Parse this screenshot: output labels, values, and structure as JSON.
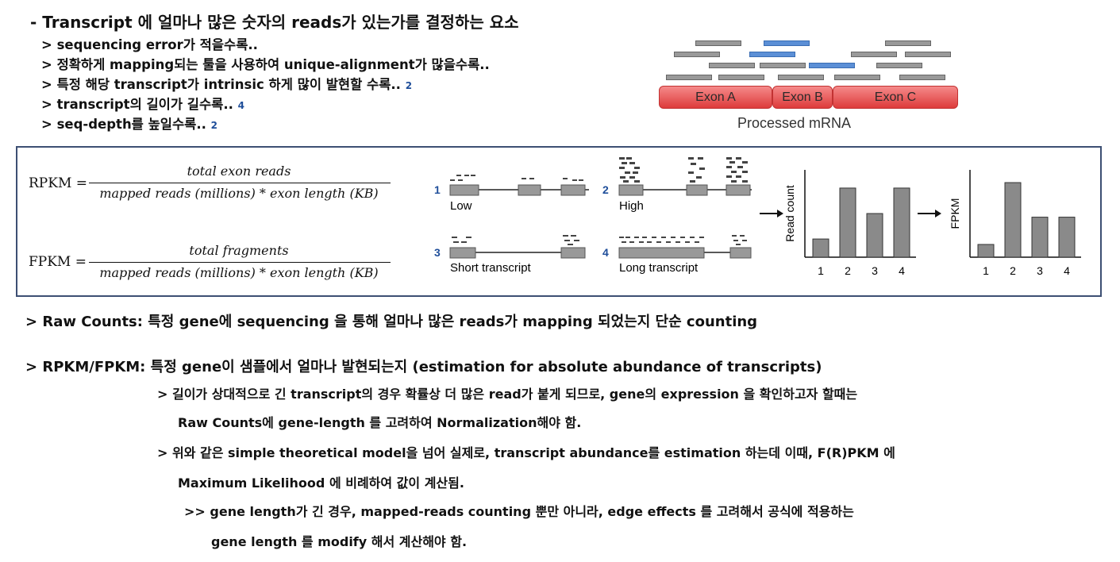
{
  "heading": "- Transcript 에 얼마나 많은 숫자의 reads가 있는가를 결정하는 요소",
  "factors": [
    {
      "text": "> sequencing error가 적을수록..",
      "ref": ""
    },
    {
      "text": "> 정확하게 mapping되는 툴을 사용하여 unique-alignment가 많을수록..",
      "ref": ""
    },
    {
      "text": "> 특정 해당 transcript가 intrinsic 하게 많이 발현할 수록..",
      "ref": "2"
    },
    {
      "text": "> transcript의 길이가 길수록..",
      "ref": "4"
    },
    {
      "text": "> seq-depth를 높일수록..",
      "ref": "2"
    }
  ],
  "mrna_diagram": {
    "exons": [
      "Exon A",
      "Exon B",
      "Exon C"
    ],
    "caption": "Processed mRNA",
    "colors": {
      "exon": "#e04545",
      "read": "#999999",
      "unique_read": "#5b8fd6"
    }
  },
  "formulas": {
    "rpkm": {
      "label": "RPKM =",
      "numerator": "total exon reads",
      "denominator": "mapped reads (millions) * exon length (KB)"
    },
    "fpkm": {
      "label": "FPKM =",
      "numerator": "total fragments",
      "denominator": "mapped reads (millions) * exon length (KB)"
    }
  },
  "schematic": {
    "panels": [
      {
        "num": "1",
        "label": "Low"
      },
      {
        "num": "2",
        "label": "High"
      },
      {
        "num": "3",
        "label": "Short transcript"
      },
      {
        "num": "4",
        "label": "Long transcript"
      }
    ],
    "number_color": "#1f4e9a"
  },
  "chart_data": [
    {
      "type": "bar",
      "ylabel": "Read count",
      "categories": [
        "1",
        "2",
        "3",
        "4"
      ],
      "values": [
        1,
        3.8,
        2.4,
        3.8
      ],
      "ylim": [
        0,
        4.8
      ],
      "color": "#8a8a8a"
    },
    {
      "type": "bar",
      "ylabel": "FPKM",
      "categories": [
        "1",
        "2",
        "3",
        "4"
      ],
      "values": [
        0.7,
        4.1,
        2.2,
        2.2
      ],
      "ylim": [
        0,
        4.8
      ],
      "color": "#8a8a8a"
    }
  ],
  "bullets": {
    "raw_counts": "> Raw Counts: 특정 gene에 sequencing 을 통해 얼마나 많은 reads가 mapping 되었는지 단순 counting",
    "rpkm_fpkm": "> RPKM/FPKM: 특정 gene이 샘플에서 얼마나 발현되는지 (estimation for absolute abundance of transcripts)",
    "sub1_line1": "> 길이가 상대적으로 긴 transcript의 경우 확률상 더 많은 read가 붙게 되므로, gene의 expression 을 확인하고자 할때는",
    "sub1_line2": "Raw Counts에 gene-length 를 고려하여 Normalization해야 함.",
    "sub2_line1": "> 위와 같은 simple theoretical model을 넘어 실제로, transcript abundance를 estimation 하는데 이때, F(R)PKM 에",
    "sub2_line2": "Maximum Likelihood 에 비례하여 값이 계산됨.",
    "sub3_line1": ">> gene length가 긴 경우, mapped-reads counting 뿐만 아니라, edge effects 를 고려해서 공식에 적용하는",
    "sub3_line2": "gene length 를 modify 해서 계산해야 함."
  }
}
